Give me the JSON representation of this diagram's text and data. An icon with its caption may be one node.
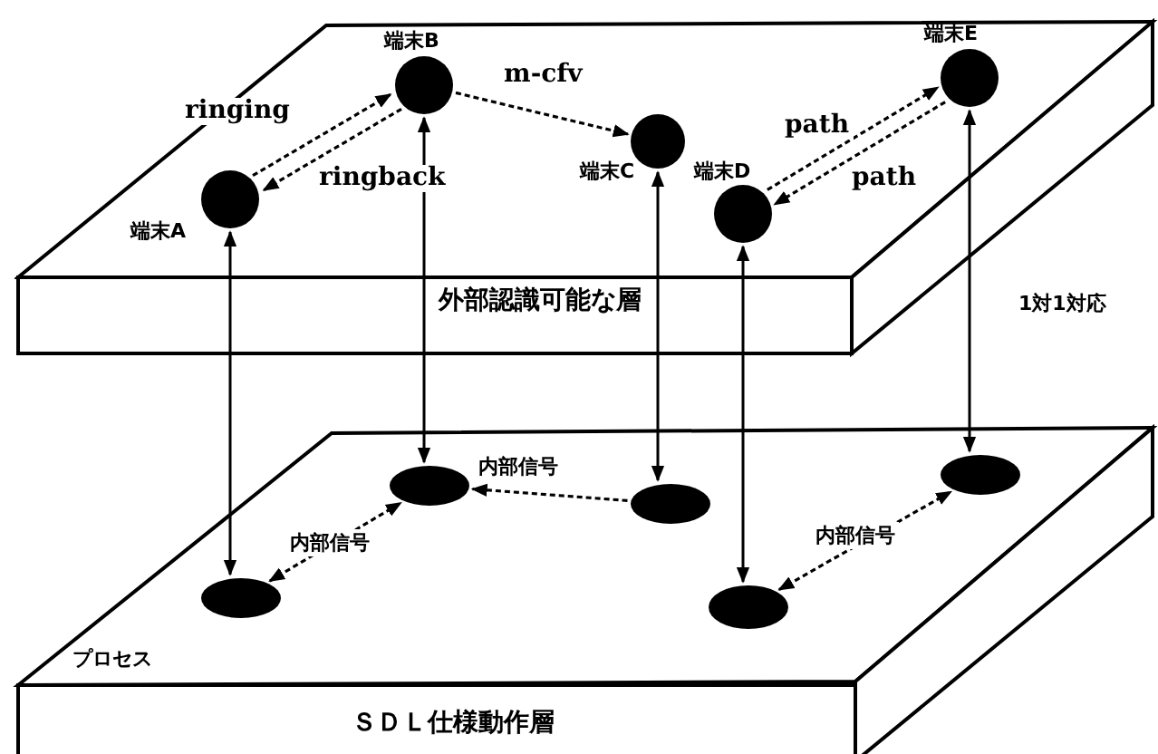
{
  "diagram": {
    "nodes": [
      {
        "text": [
          "外部認識可能な層"
        ]
      },
      {
        "text": [
          "端末A"
        ],
        "in": 0
      },
      {
        "text": [
          "端末B"
        ],
        "in": 0
      },
      {
        "text": [
          "端末C"
        ],
        "in": 0
      },
      {
        "text": [
          "端末D"
        ],
        "in": 0
      },
      {
        "text": [
          "端末E"
        ],
        "in": 0
      },
      {
        "text": [
          "ＳＤＬ仕様動作層"
        ]
      },
      {
        "text": [],
        "shape": "ellipse",
        "in": 6
      },
      {
        "text": [],
        "shape": "ellipse",
        "in": 6
      },
      {
        "text": [],
        "shape": "ellipse",
        "in": 6
      },
      {
        "text": [],
        "shape": "ellipse",
        "in": 6
      },
      {
        "text": [],
        "shape": "ellipse",
        "in": 6
      }
    ],
    "edges": [
      {
        "from": 1,
        "to": 2,
        "arrow": "to",
        "label": "ringing",
        "style": "dashed"
      },
      {
        "from": 2,
        "to": 1,
        "arrow": "to",
        "label": "ringback",
        "style": "dashed"
      },
      {
        "from": 2,
        "to": 3,
        "arrow": "to",
        "label": "m-cfv",
        "style": "dashed"
      },
      {
        "from": 4,
        "to": 5,
        "arrow": "to",
        "label": "path",
        "style": "dashed"
      },
      {
        "from": 5,
        "to": 4,
        "arrow": "to",
        "label": "path",
        "style": "dashed"
      },
      {
        "from": 1,
        "to": 7,
        "arrow": "both"
      },
      {
        "from": 2,
        "to": 8,
        "arrow": "both"
      },
      {
        "from": 3,
        "to": 9,
        "arrow": "both"
      },
      {
        "from": 4,
        "to": 10,
        "arrow": "both"
      },
      {
        "from": 5,
        "to": 11,
        "arrow": "both"
      },
      {
        "from": 7,
        "to": 8,
        "arrow": "both",
        "label": "内部信号",
        "style": "dashed"
      },
      {
        "from": 9,
        "to": 8,
        "arrow": "to",
        "label": "内部信号",
        "style": "dashed"
      },
      {
        "from": 10,
        "to": 11,
        "arrow": "both",
        "label": "内部信号",
        "style": "dashed"
      }
    ],
    "labels": [
      "1対1対応",
      "プロセス"
    ]
  }
}
